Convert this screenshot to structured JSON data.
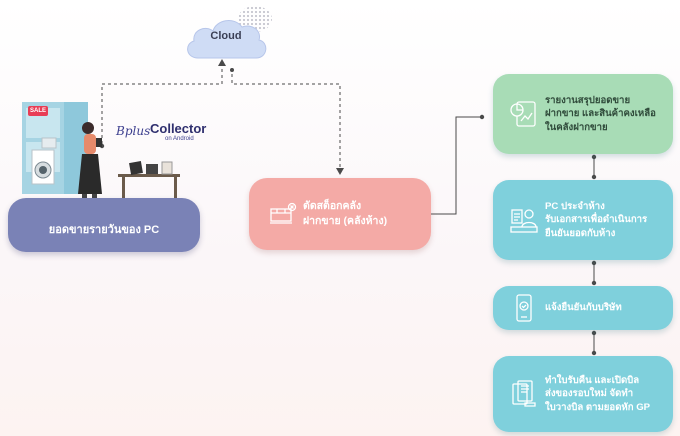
{
  "cloud": {
    "label": "Cloud"
  },
  "brand": {
    "script": "Bplus",
    "name": "Collector",
    "sub": "on Android"
  },
  "store": {
    "sale_tag": "SALE"
  },
  "pc_card": {
    "label": "ยอดขายรายวันของ PC"
  },
  "stock_card": {
    "line1": "ตัดสต็อกคลัง",
    "line2": "ฝากขาย (คลังห้าง)"
  },
  "steps": [
    {
      "lines": [
        "รายงานสรุปยอดขาย",
        "ฝากขาย และสินค้าคงเหลือ",
        "ในคลังฝากขาย"
      ],
      "icon": "report-icon"
    },
    {
      "lines": [
        "PC ประจำห้าง",
        "รับเอกสารเพื่อดำเนินการ",
        "ยืนยันยอดกับห้าง"
      ],
      "icon": "clerk-icon"
    },
    {
      "lines": [
        "แจ้งยืนยันกับบริษัท"
      ],
      "icon": "mobile-confirm-icon"
    },
    {
      "lines": [
        "ทำใบรับคืน และเปิดบิล",
        "ส่งของรอบใหม่ จัดทำ",
        "ใบวางบิล ตามยอดหัก GP"
      ],
      "icon": "invoice-icon"
    }
  ],
  "colors": {
    "pc": "#7a82b6",
    "stock": "#f4aaa6",
    "green": "#a8dcb6",
    "teal": "#7fd0dc",
    "line": "#4a4a4a"
  }
}
